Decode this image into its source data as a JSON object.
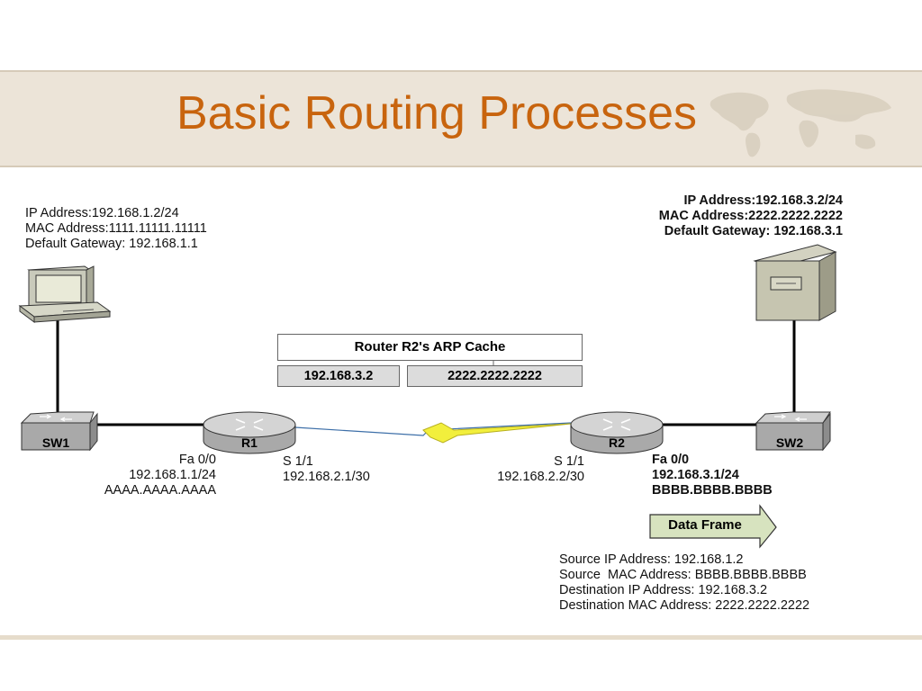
{
  "slide": {
    "title": "Basic Routing Processes"
  },
  "pc": {
    "ip": "IP Address:192.168.1.2/24",
    "mac": "MAC Address:1111.11111.11111",
    "gateway": "Default Gateway: 192.168.1.1"
  },
  "server": {
    "ip": "IP Address:192.168.3.2/24",
    "mac": "MAC Address:2222.2222.2222",
    "gateway": "Default Gateway: 192.168.3.1"
  },
  "devices": {
    "sw1": "SW1",
    "r1": "R1",
    "r2": "R2",
    "sw2": "SW2"
  },
  "r1_fa": {
    "interface": "Fa 0/0",
    "ip": "192.168.1.1/24",
    "mac": "AAAA.AAAA.AAAA"
  },
  "r1_serial": {
    "interface": "S 1/1",
    "ip": "192.168.2.1/30"
  },
  "r2_serial": {
    "interface": "S 1/1",
    "ip": "192.168.2.2/30"
  },
  "r2_fa": {
    "interface": "Fa 0/0",
    "ip": "192.168.3.1/24",
    "mac": "BBBB.BBBB.BBBB"
  },
  "arp_cache": {
    "title": "Router R2's ARP Cache",
    "ip": "192.168.3.2",
    "mac": "2222.2222.2222"
  },
  "data_frame": {
    "label": "Data Frame",
    "src_ip": "Source IP Address: 192.168.1.2",
    "src_mac": "Source  MAC Address: BBBB.BBBB.BBBB",
    "dst_ip": "Destination IP Address: 192.168.3.2",
    "dst_mac": "Destination MAC Address: 2222.2222.2222"
  },
  "colors": {
    "title": "#c8640e",
    "header_band": "#ece4d8",
    "device_gray": "#a9a9a9",
    "arrow_fill": "#d7e3bf",
    "serial_bolt": "#f2ef3c"
  }
}
